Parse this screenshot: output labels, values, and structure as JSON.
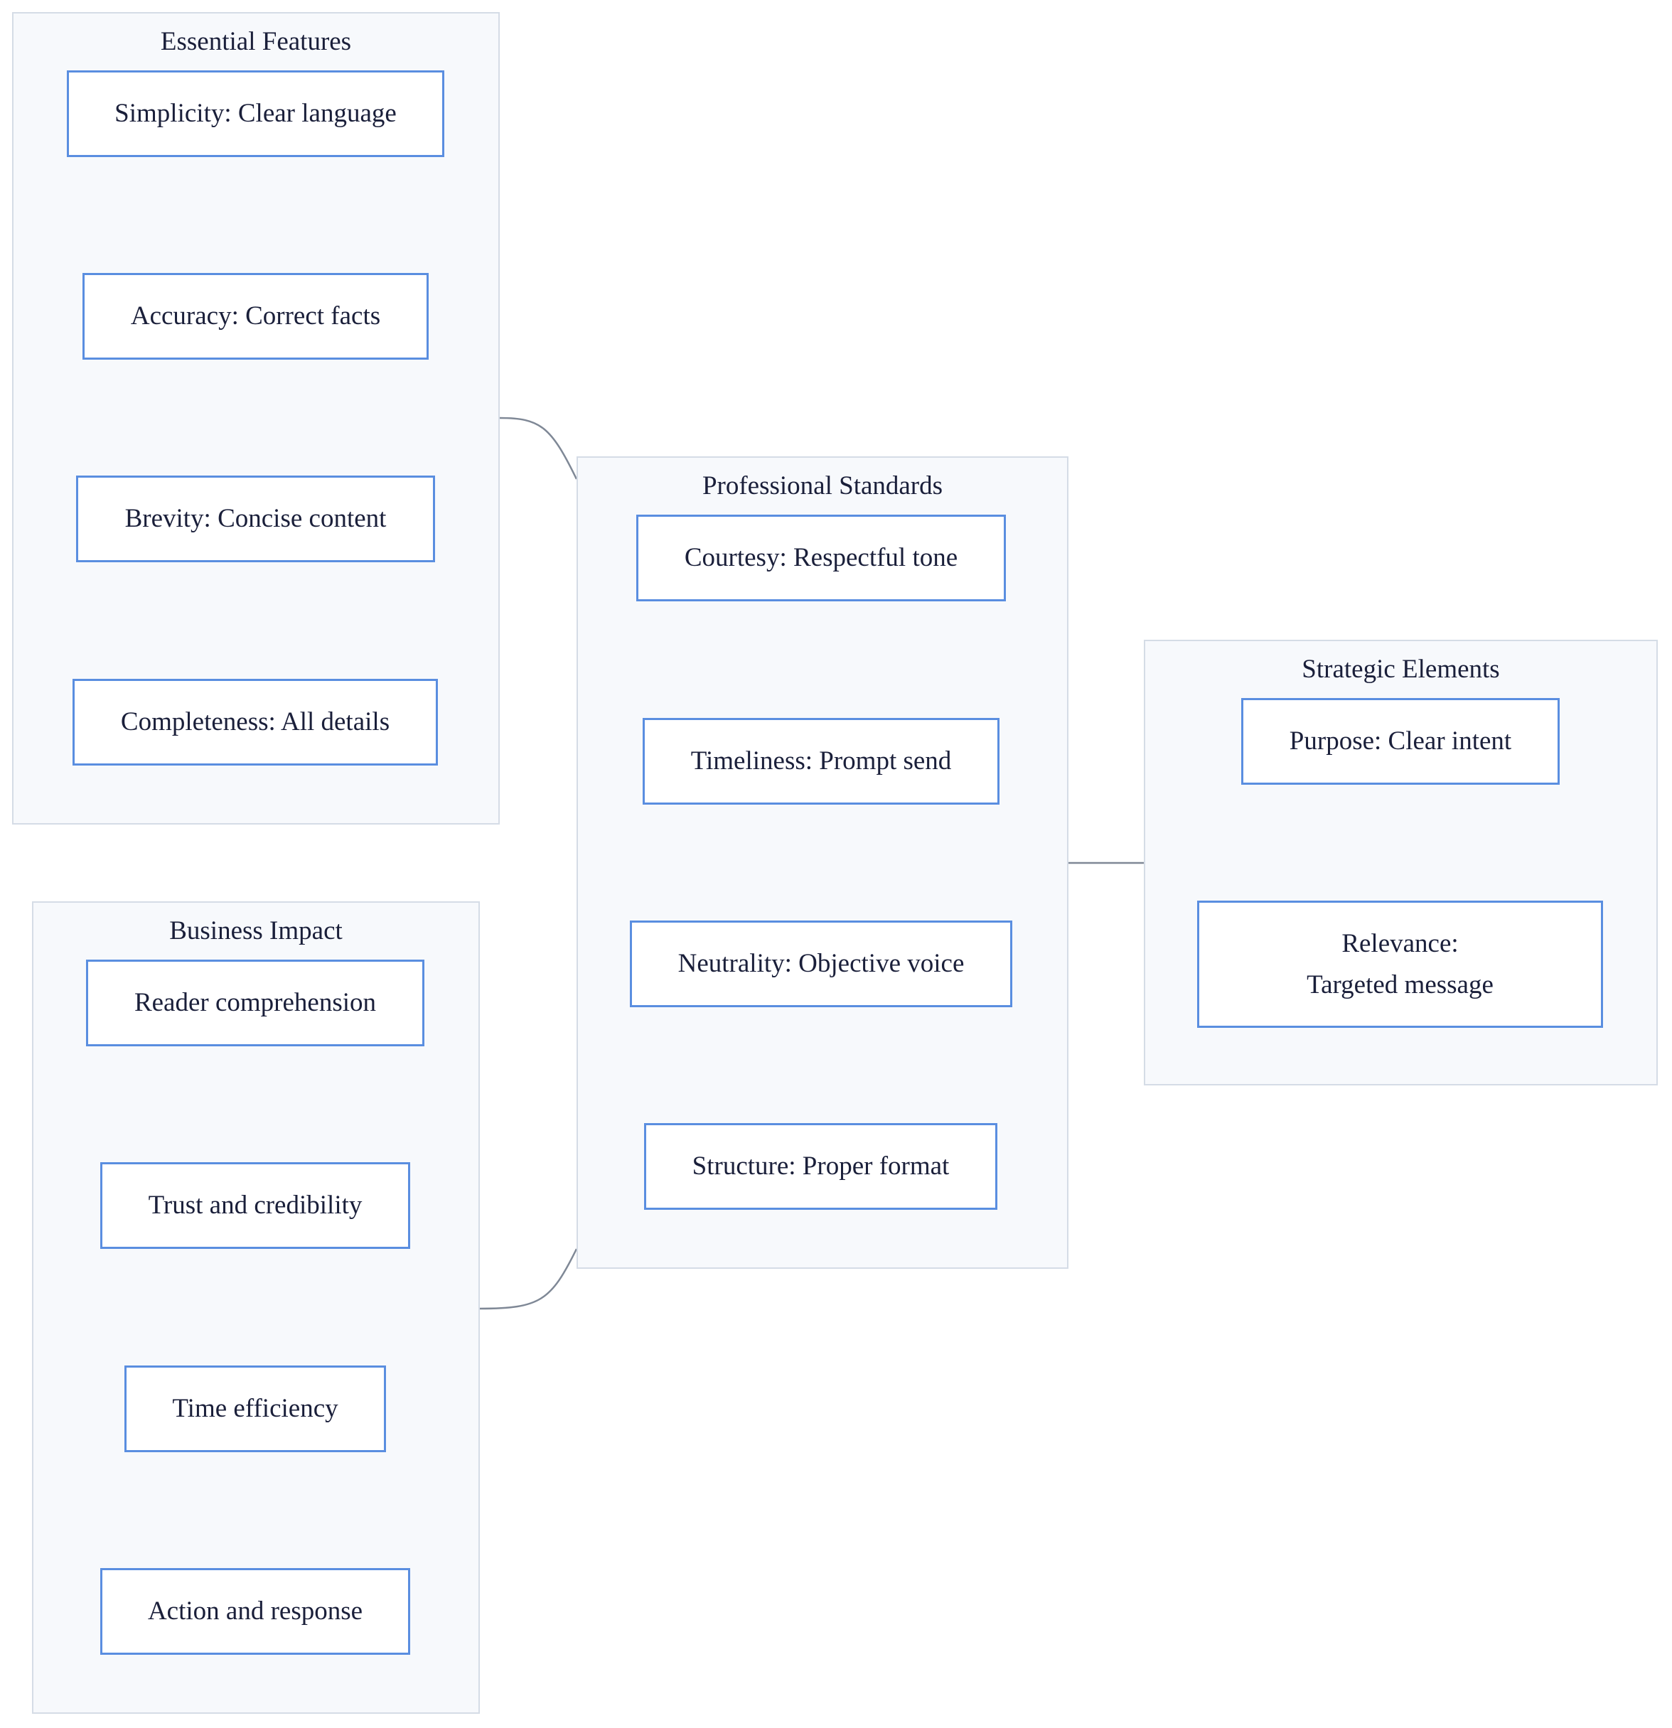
{
  "groups": {
    "essential": {
      "title": "Essential Features",
      "nodes": [
        "Simplicity: Clear language",
        "Accuracy: Correct facts",
        "Brevity: Concise content",
        "Completeness: All details"
      ]
    },
    "professional": {
      "title": "Professional Standards",
      "nodes": [
        "Courtesy: Respectful tone",
        "Timeliness: Prompt send",
        "Neutrality: Objective voice",
        "Structure: Proper format"
      ]
    },
    "strategic": {
      "title": "Strategic Elements",
      "nodes": [
        "Purpose: Clear intent",
        "Relevance: Targeted message"
      ]
    },
    "business": {
      "title": "Business Impact",
      "nodes": [
        "Reader comprehension",
        "Trust and credibility",
        "Time efficiency",
        "Action and response"
      ]
    }
  },
  "colors": {
    "group_fill": "#f7f9fc",
    "group_border": "#d5dce6",
    "node_border": "#5a8ee0",
    "connector": "#7f8896"
  }
}
